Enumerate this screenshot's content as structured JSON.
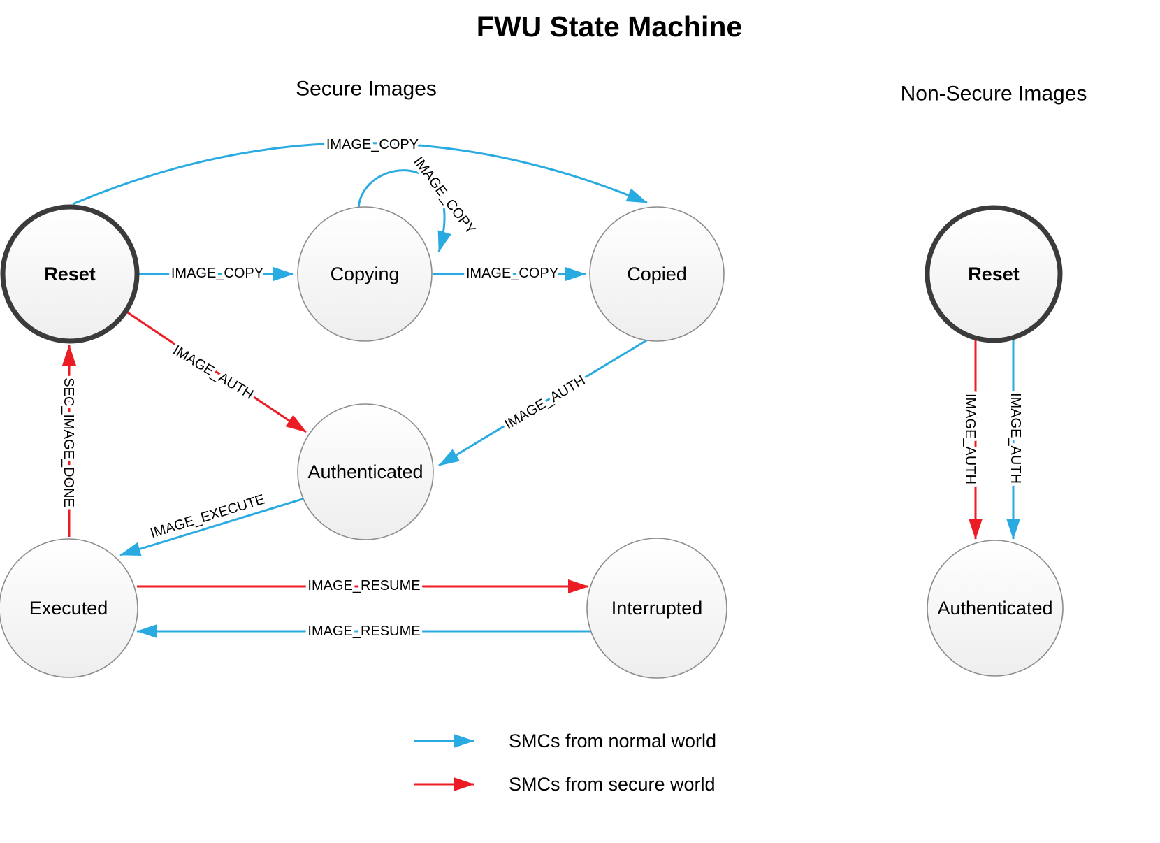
{
  "title": "FWU State Machine",
  "sections": {
    "secure": "Secure Images",
    "nonsecure": "Non-Secure Images"
  },
  "states": {
    "secure_reset": "Reset",
    "copying": "Copying",
    "copied": "Copied",
    "authenticated": "Authenticated",
    "executed": "Executed",
    "interrupted": "Interrupted",
    "ns_reset": "Reset",
    "ns_authenticated": "Authenticated"
  },
  "transitions": {
    "reset_copied": "IMAGE_COPY",
    "reset_copying": "IMAGE_COPY",
    "copying_self": "IMAGE_COPY",
    "copying_copied": "IMAGE_COPY",
    "copied_auth": "IMAGE_AUTH",
    "reset_auth": "IMAGE_AUTH",
    "auth_executed": "IMAGE_EXECUTE",
    "executed_reset": "SEC_IMAGE_DONE",
    "executed_interrupted": "IMAGE_RESUME",
    "interrupted_executed": "IMAGE_RESUME",
    "ns_reset_auth_secure": "IMAGE_AUTH",
    "ns_reset_auth_normal": "IMAGE_AUTH"
  },
  "legend": {
    "normal_world": "SMCs from normal world",
    "secure_world": "SMCs from secure world"
  },
  "colors": {
    "normal_world_blue": "#29ABE2",
    "secure_world_red": "#EC1C24"
  }
}
